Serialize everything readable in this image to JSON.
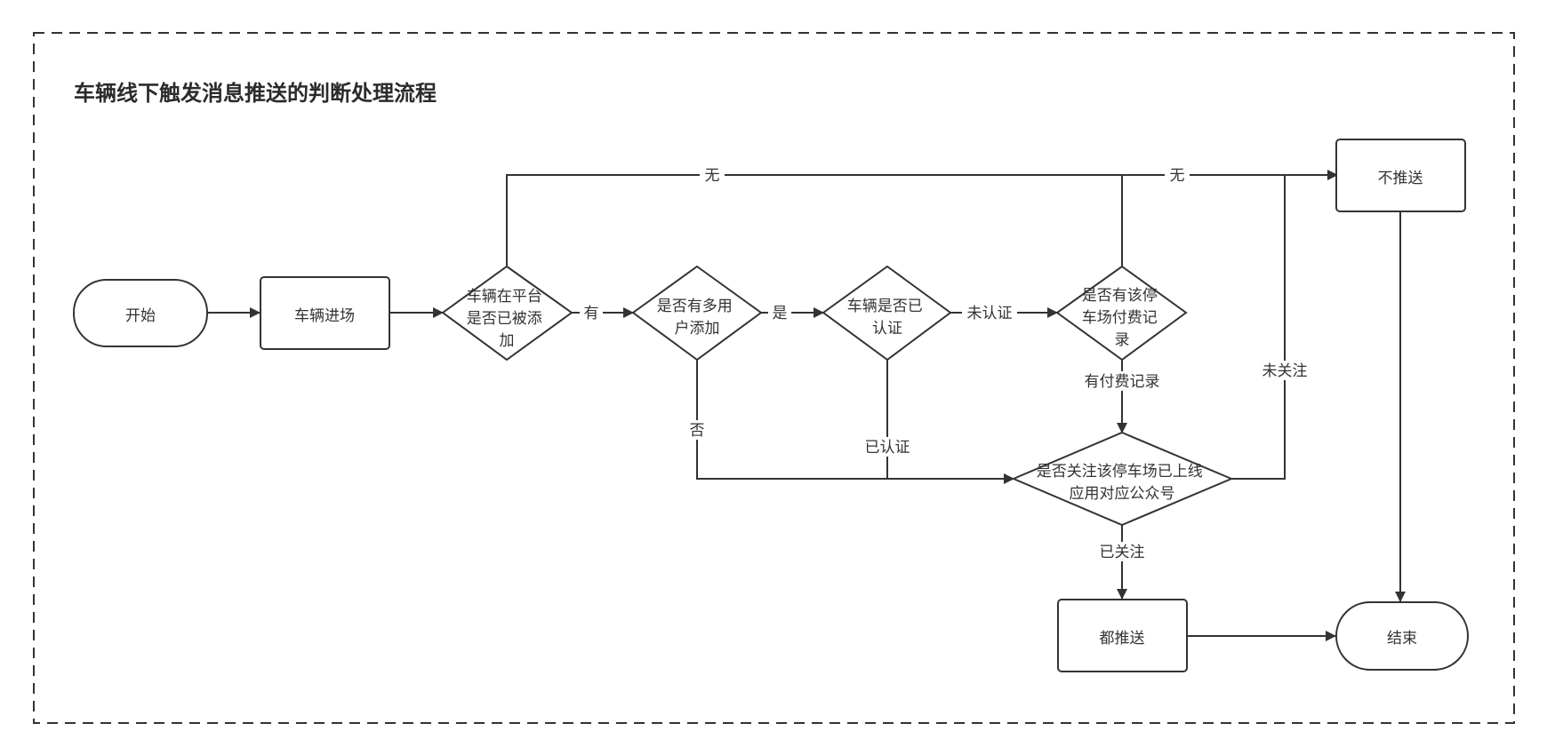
{
  "title": "车辆线下触发消息推送的判断处理流程",
  "nodes": {
    "start": "开始",
    "enter": "车辆进场",
    "d1": [
      "车辆在平台",
      "是否已被添",
      "加"
    ],
    "d2": [
      "是否有多用",
      "户添加"
    ],
    "d3": [
      "车辆是否已",
      "认证"
    ],
    "d4": [
      "是否有该停",
      "车场付费记",
      "录"
    ],
    "d5": [
      "是否关注该停车场已上线",
      "应用对应公众号"
    ],
    "no_push": "不推送",
    "push_all": "都推送",
    "end": "结束"
  },
  "edges": {
    "d1_none": "无",
    "d4_none": "无",
    "d1_yes": "有",
    "d2_yes": "是",
    "d2_no": "否",
    "d3_unverified": "未认证",
    "d3_verified": "已认证",
    "d4_has_record": "有付费记录",
    "d5_not_followed": "未关注",
    "d5_followed": "已关注"
  }
}
